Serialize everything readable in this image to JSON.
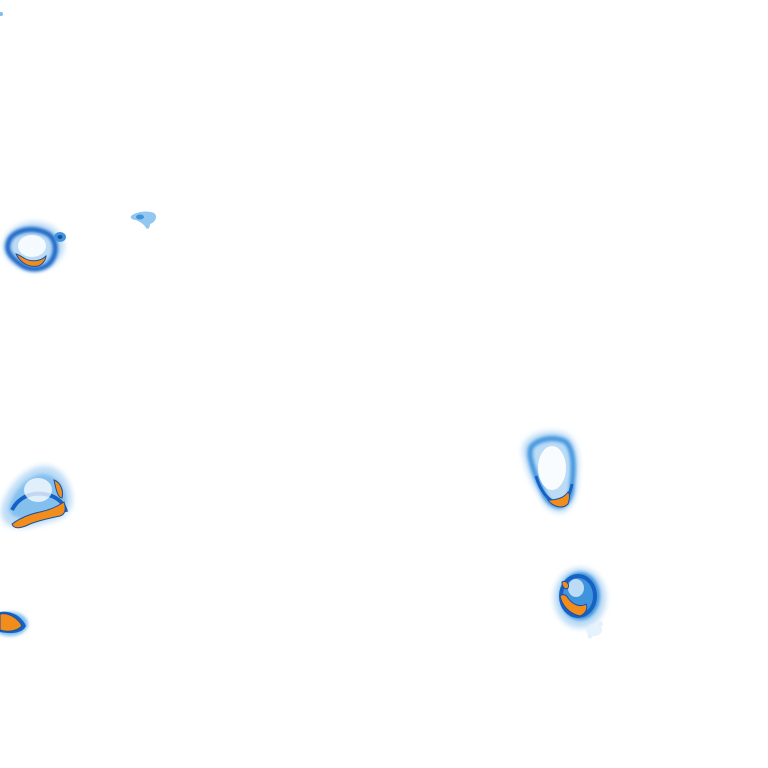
{
  "map": {
    "background_color": "#ffffff",
    "palette": {
      "very_light": "#e3f1fc",
      "light": "#bcdcf6",
      "medium": "#7fbdee",
      "strong": "#3f94de",
      "deep": "#1562c4",
      "core": "#f28c1b",
      "core_outline": "#1d4fa0"
    },
    "cells": [
      {
        "id": "cell-1",
        "core": true
      },
      {
        "id": "cell-2",
        "core": false
      },
      {
        "id": "cell-3",
        "core": true
      },
      {
        "id": "cell-4",
        "core": true
      },
      {
        "id": "cell-5",
        "core": false
      },
      {
        "id": "cell-6",
        "core": true
      },
      {
        "id": "cell-7",
        "core": true
      }
    ]
  }
}
